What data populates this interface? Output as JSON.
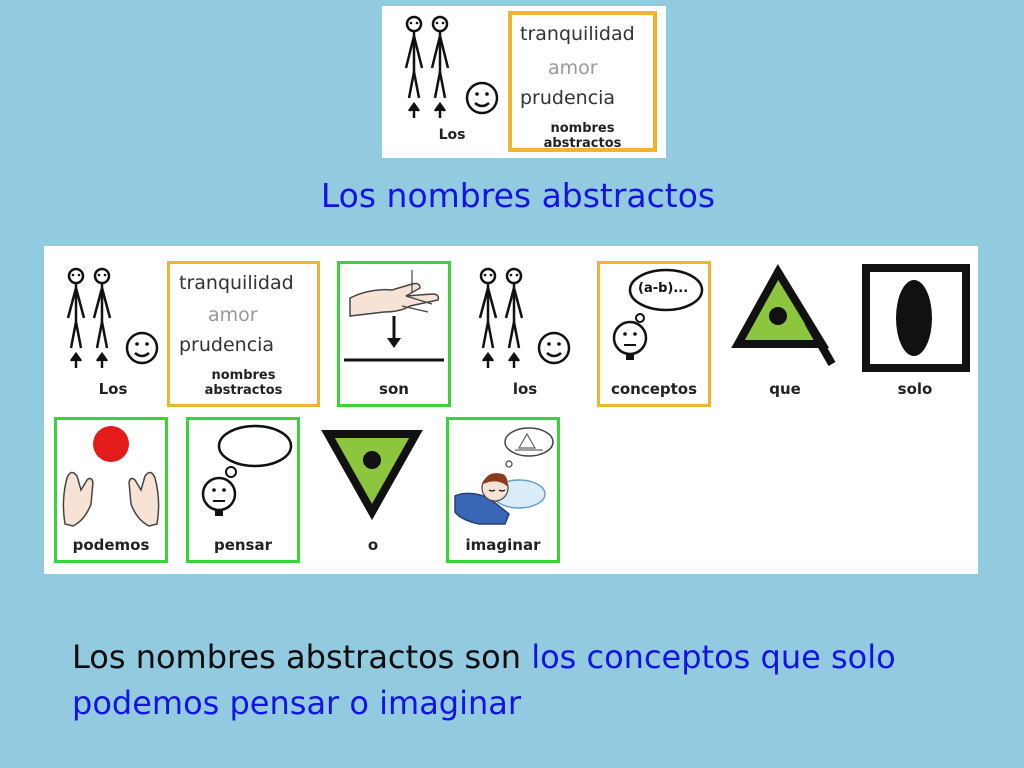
{
  "hero": {
    "caption": "Los",
    "box_words": [
      "tranquilidad",
      "amor",
      "prudencia"
    ],
    "box_caption_1": "nombres",
    "box_caption_2": "abstractos"
  },
  "title": "Los nombres abstractos",
  "sentence": {
    "part1": "Los nombres abstractos son ",
    "part2": "los conceptos que solo podemos pensar o imaginar"
  },
  "cards_row1": [
    {
      "label": "Los",
      "icon": "two-people-and-face-icon"
    },
    {
      "label": "nombres abstractos",
      "icon": "abstract-nouns-box-icon",
      "words": [
        "tranquilidad",
        "amor",
        "prudencia"
      ]
    },
    {
      "label": "son",
      "icon": "hand-pointing-down-icon"
    },
    {
      "label": "los",
      "icon": "two-people-and-face-icon"
    },
    {
      "label": "conceptos",
      "icon": "thinking-face-icon",
      "bubble_text": "(a-b)..."
    },
    {
      "label": "que",
      "icon": "green-triangle-icon"
    },
    {
      "label": "solo",
      "icon": "black-oval-square-icon"
    }
  ],
  "cards_row2": [
    {
      "label": "podemos",
      "icon": "hands-red-ball-icon"
    },
    {
      "label": "pensar",
      "icon": "thought-bubble-face-icon"
    },
    {
      "label": "o",
      "icon": "inverted-green-triangle-icon"
    },
    {
      "label": "imaginar",
      "icon": "dreaming-child-icon"
    }
  ],
  "colors": {
    "background": "#92cadf",
    "title_blue": "#1313e6",
    "card_yellow": "#f0b530",
    "card_green": "#3ad33a",
    "symbol_green": "#8cc63f",
    "ball_red": "#e31b1b"
  }
}
